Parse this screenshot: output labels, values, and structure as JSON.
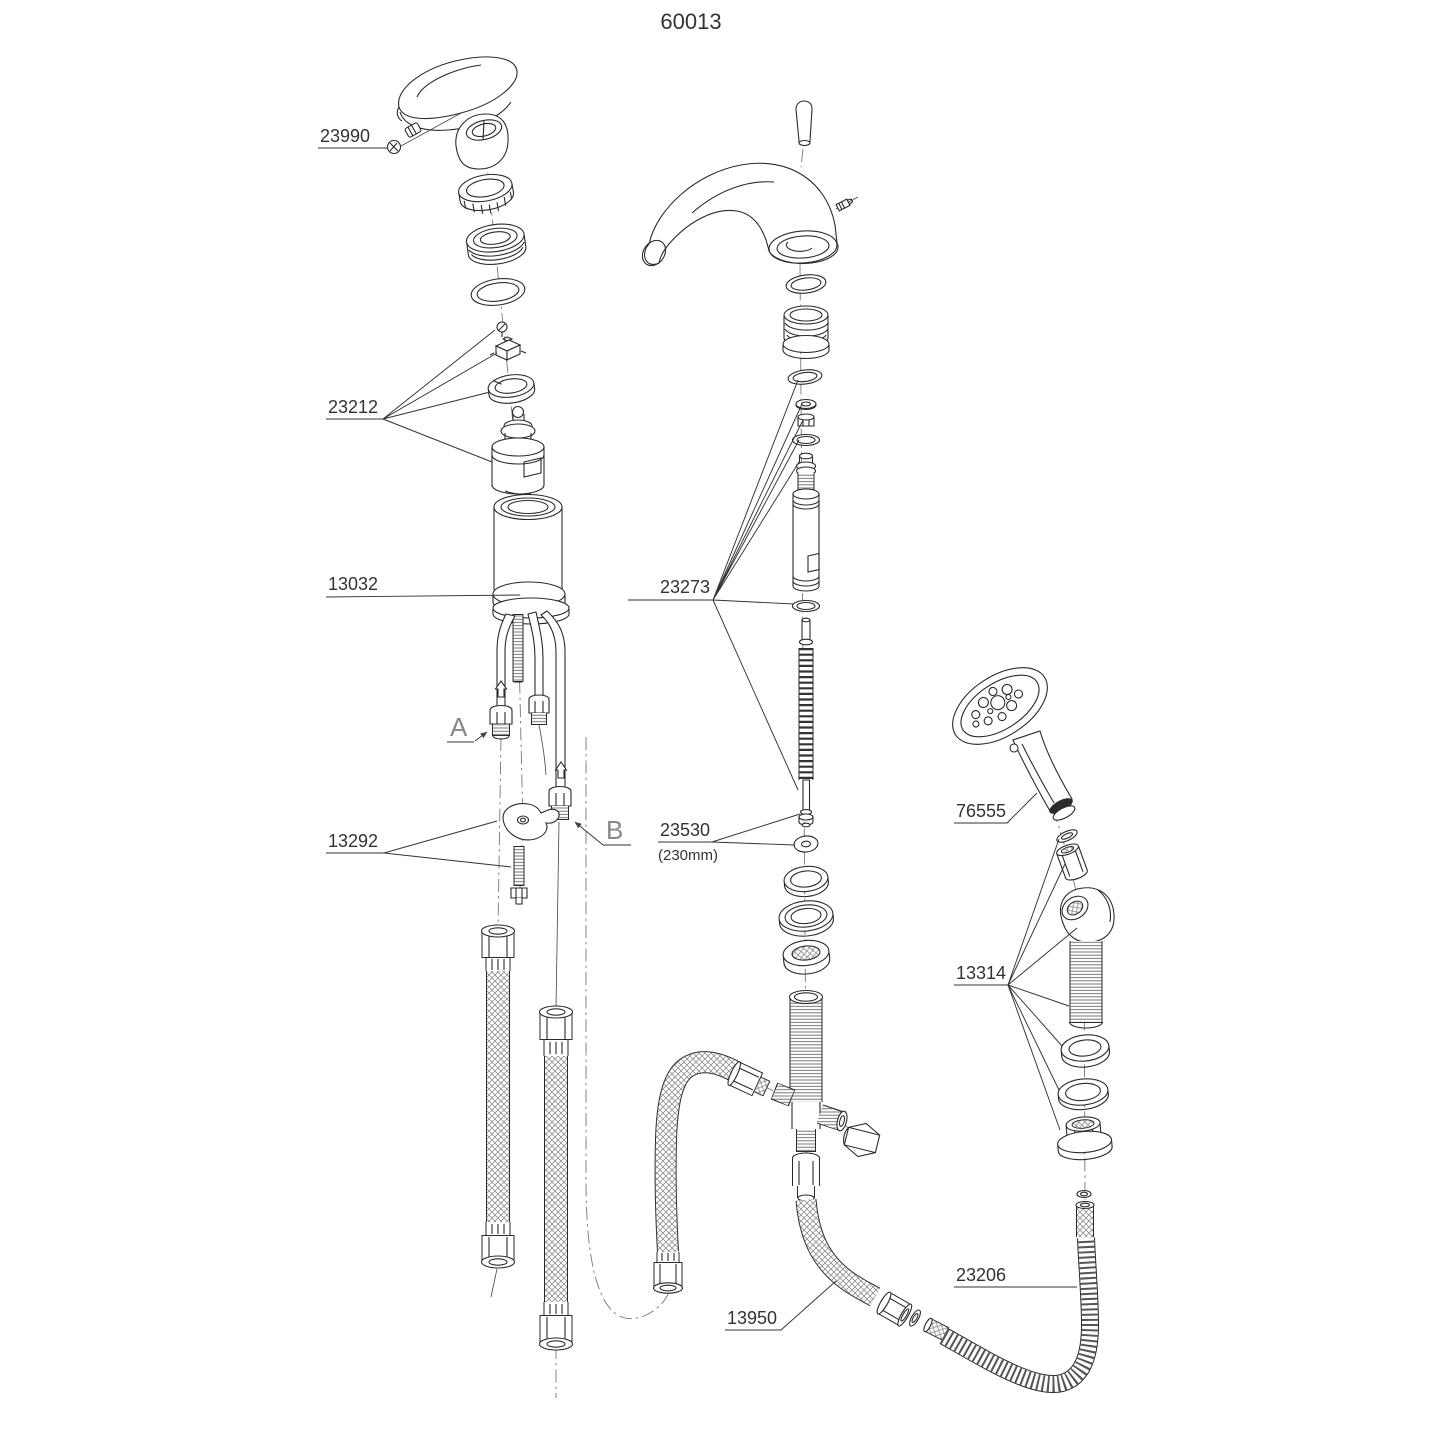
{
  "diagram": {
    "title": "60013",
    "callouts": {
      "handle_screw": "23990",
      "cartridge_kit": "23212",
      "valve_body": "13032",
      "mounting_kit": "13292",
      "port_a": "A",
      "port_b": "B",
      "diverter_kit": "23273",
      "lift_rod": "23530",
      "lift_rod_length": "(230mm)",
      "hand_shower": "76555",
      "shank_kit": "13314",
      "shower_hose": "23206",
      "supply_hose": "13950"
    }
  }
}
